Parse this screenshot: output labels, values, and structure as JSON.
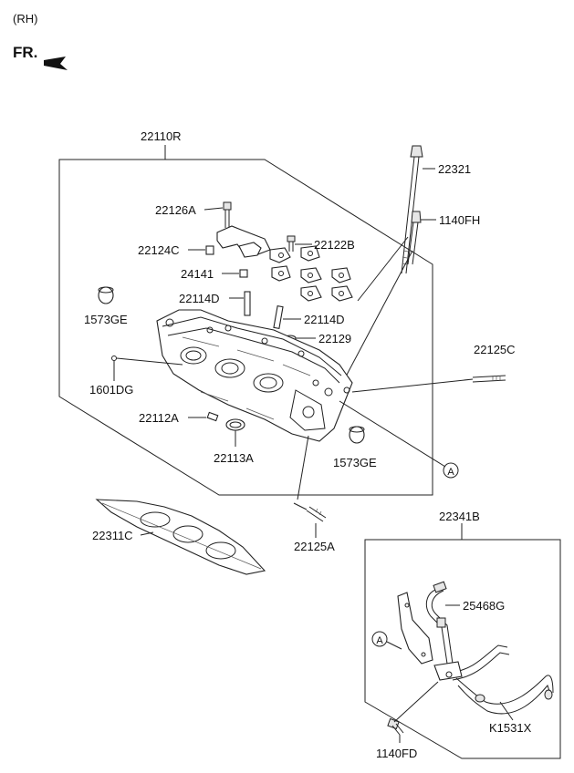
{
  "header": {
    "side": "(RH)",
    "front": "FR."
  },
  "callouts": {
    "ref_a_main": "A",
    "ref_a_sub": "A"
  },
  "labels": {
    "p22110R": "22110R",
    "p22321": "22321",
    "p1140FH": "1140FH",
    "p22126A": "22126A",
    "p22122B": "22122B",
    "p22124C": "22124C",
    "p24141": "24141",
    "p22114D_a": "22114D",
    "p22114D_b": "22114D",
    "p1573GE_a": "1573GE",
    "p22129": "22129",
    "p22125C": "22125C",
    "p1601DG": "1601DG",
    "p22112A": "22112A",
    "p22113A": "22113A",
    "p1573GE_b": "1573GE",
    "p22311C": "22311C",
    "p22125A": "22125A",
    "p22341B": "22341B",
    "p25468G": "25468G",
    "pK1531X": "K1531X",
    "p1140FD": "1140FD"
  }
}
